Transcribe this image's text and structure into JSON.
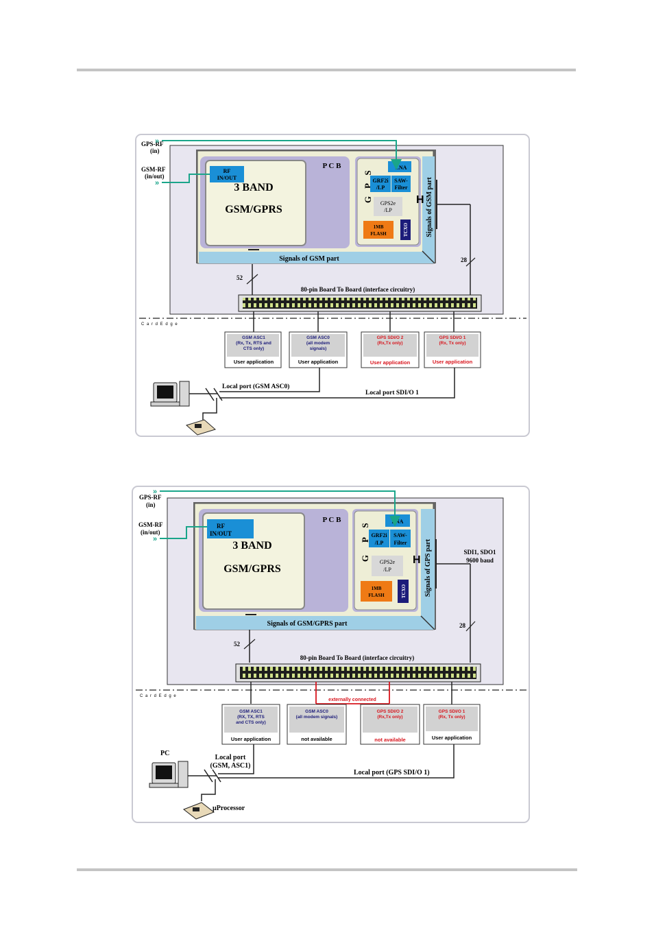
{
  "diagram1": {
    "gps_rf": [
      "GPS-RF",
      "(in)"
    ],
    "gsm_rf": [
      "GSM-RF",
      "(in/out)"
    ],
    "rf_io": [
      "RF",
      "IN/OUT"
    ],
    "band": "3 BAND",
    "gsm_gprs": "GSM/GPRS",
    "pcb": "P C B",
    "gps_letters": "G P S",
    "lna": "LNA",
    "grf": [
      "GRF2i",
      "/LP"
    ],
    "saw": [
      "SAW-",
      "Filter"
    ],
    "gps2e": [
      "GPS2e",
      "/LP"
    ],
    "flash": [
      "1MB",
      "FLASH"
    ],
    "tcxo": "TCXO",
    "signals_bottom": "Signals of GSM part",
    "signals_side": "Signals of GSM part",
    "h_mark": "H",
    "count_left": "52",
    "count_right": "28",
    "connector": "80-pin Board To Board (interface circuitry)",
    "card_edge": "C a r d   E d g e",
    "ports": [
      {
        "lines": [
          "GSM ASC1",
          "(Rx, Tx, RTS and",
          "CTS only)"
        ],
        "app": "User application",
        "color": "#1c1c7a"
      },
      {
        "lines": [
          "GSM ASC0",
          "(all modem",
          "signals)"
        ],
        "app": "User application",
        "color": "#1c1c7a"
      },
      {
        "lines": [
          "GPS SDI/O 2",
          "(Rx,Tx only)"
        ],
        "app": "User application",
        "color": "#d8141c"
      },
      {
        "lines": [
          "GPS SDI/O 1",
          "(Rx, Tx only)"
        ],
        "app": "User application",
        "color": "#d8141c"
      }
    ],
    "local_port_1": "Local port (GSM ASC0)",
    "local_port_2": "Local port  SDI/O 1"
  },
  "diagram2": {
    "gps_rf": [
      "GPS-RF",
      "(in)"
    ],
    "gsm_rf": [
      "GSM-RF",
      "(in/out)"
    ],
    "rf_io": [
      "RF",
      "IN/OUT"
    ],
    "band": "3 BAND",
    "gsm_gprs": "GSM/GPRS",
    "pcb": "P C B",
    "gps_letters": "G P S",
    "lna": "LNA",
    "grf": [
      "GRF2i",
      "/LP"
    ],
    "saw": [
      "SAW-",
      "Filter"
    ],
    "gps2e": [
      "GPS2e",
      "/LP"
    ],
    "flash": [
      "1MB",
      "FLASH"
    ],
    "tcxo": "TCXO",
    "signals_bottom": "Signals of GSM/GPRS part",
    "signals_side": "Signals of GPS part",
    "h_mark": "H",
    "sdi_note": [
      "SDI1, SDO1",
      "9600 baud"
    ],
    "count_left": "52",
    "count_right": "28",
    "connector": "80-pin Board To Board (interface circuitry)",
    "card_edge": "C a r d   E d g e",
    "ext_connected": "externally connected",
    "ports": [
      {
        "lines": [
          "GSM ASC1",
          "(RX, TX, RTS",
          "and CTS only)"
        ],
        "app": "User application",
        "color": "#1c1c7a",
        "app_color": "#000000"
      },
      {
        "lines": [
          "GSM ASC0",
          "(all modem signals)"
        ],
        "app": "not available",
        "color": "#1c1c7a",
        "app_color": "#000000"
      },
      {
        "lines": [
          "GPS SDI/O 2",
          "(Rx,Tx only)"
        ],
        "app": "not available",
        "color": "#d8141c",
        "app_color": "#d8141c"
      },
      {
        "lines": [
          "GPS SDI/O 1",
          "(Rx, Tx only)"
        ],
        "app": "User application",
        "color": "#d8141c",
        "app_color": "#000000"
      }
    ],
    "pc": "PC",
    "local_port_1": [
      "Local port",
      "(GSM, ASC1)"
    ],
    "local_port_2": "Local port (GPS SDI/O 1)",
    "uprocessor": "µProcessor"
  },
  "colors": {
    "module_bg": "#e8e6f0",
    "pcb": "#b9b3d8",
    "cream": "#f3f3df",
    "blue": "#1a8fd6",
    "light_blue": "#9fcfe6",
    "orange": "#ef7a15",
    "navy": "#1c1c7a",
    "teal": "#1aa58a",
    "connector": "#cfe08a",
    "red": "#d8141c"
  }
}
